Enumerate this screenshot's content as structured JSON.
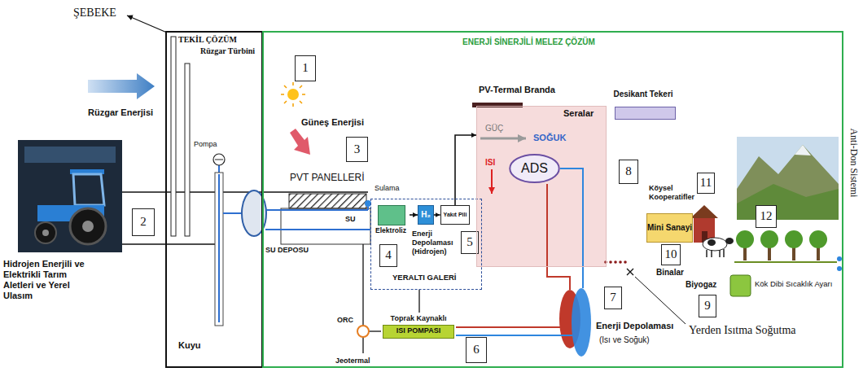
{
  "diagram": {
    "nodes": [
      {
        "text": [
          "TEKİL ÇÖZÜM",
          "Rüzgar Türbini"
        ]
      },
      {
        "text": [
          "ENERJİ SİNERJİLİ MELEZ ÇÖZÜM"
        ]
      },
      {
        "text": [
          "1"
        ],
        "in": 1
      },
      {
        "text": [
          "2"
        ]
      },
      {
        "text": [
          "3"
        ],
        "in": 1
      },
      {
        "text": [
          "Enerji Depolaması (Hidrojen)",
          "YERALTI GALERİ"
        ],
        "in": 1
      },
      {
        "text": [
          "Elektroliz"
        ],
        "in": 5
      },
      {
        "text": [
          "H₂"
        ],
        "in": 5
      },
      {
        "text": [
          "Yakıt Pili"
        ],
        "in": 5
      },
      {
        "text": [
          "4"
        ],
        "in": 5
      },
      {
        "text": [
          "5"
        ],
        "in": 5
      },
      {
        "text": [
          "Seralar",
          "GÜÇ",
          "SOĞUK",
          "ISI"
        ],
        "in": 1
      },
      {
        "text": [
          "ADS"
        ],
        "in": 11
      },
      {
        "text": [
          "8"
        ],
        "in": 1
      },
      {
        "text": [
          "Desikant Tekeri"
        ],
        "in": 1
      },
      {
        "text": [
          "Mini Sanayi"
        ],
        "in": 1
      },
      {
        "text": [
          "11"
        ],
        "in": 1
      },
      {
        "text": [
          "12"
        ],
        "in": 1
      },
      {
        "text": [
          "10"
        ],
        "in": 1
      },
      {
        "text": [
          "9"
        ],
        "in": 1
      },
      {
        "text": [
          "7"
        ],
        "in": 1
      },
      {
        "text": [
          "Toprak Kaynaklı",
          "ISI POMPASI"
        ],
        "in": 1
      },
      {
        "text": [
          "6"
        ],
        "in": 1
      }
    ],
    "edges": [
      {
        "from": 6,
        "to": 7,
        "arrow": "to"
      },
      {
        "from": 7,
        "to": 8,
        "arrow": "to"
      },
      {
        "from": 8,
        "to": 11,
        "arrow": "to"
      }
    ],
    "labels": [
      "ŞEBEKE",
      "Rüzgar Enerjisi",
      "Hidrojen Enerjili ve Elektrikli Tarım Aletleri ve Yerel Ulasım",
      "Pompa",
      "Kuyu",
      "SU DEPOSU",
      "Güneş Enerjisi",
      "PVT PANELLERİ",
      "SU",
      "Sulama",
      "PV-Termal Branda",
      "Köysel Kooperatifler",
      "Binalar",
      "Biyogaz",
      "Kök Dibi Sıcaklık Ayarı",
      "Anti-Don Sistemi",
      "Yerden Isıtma Soğutma",
      "Enerji Depolaması",
      "(Isı ve Soğuk)",
      "ORC",
      "Jeotermal"
    ]
  }
}
